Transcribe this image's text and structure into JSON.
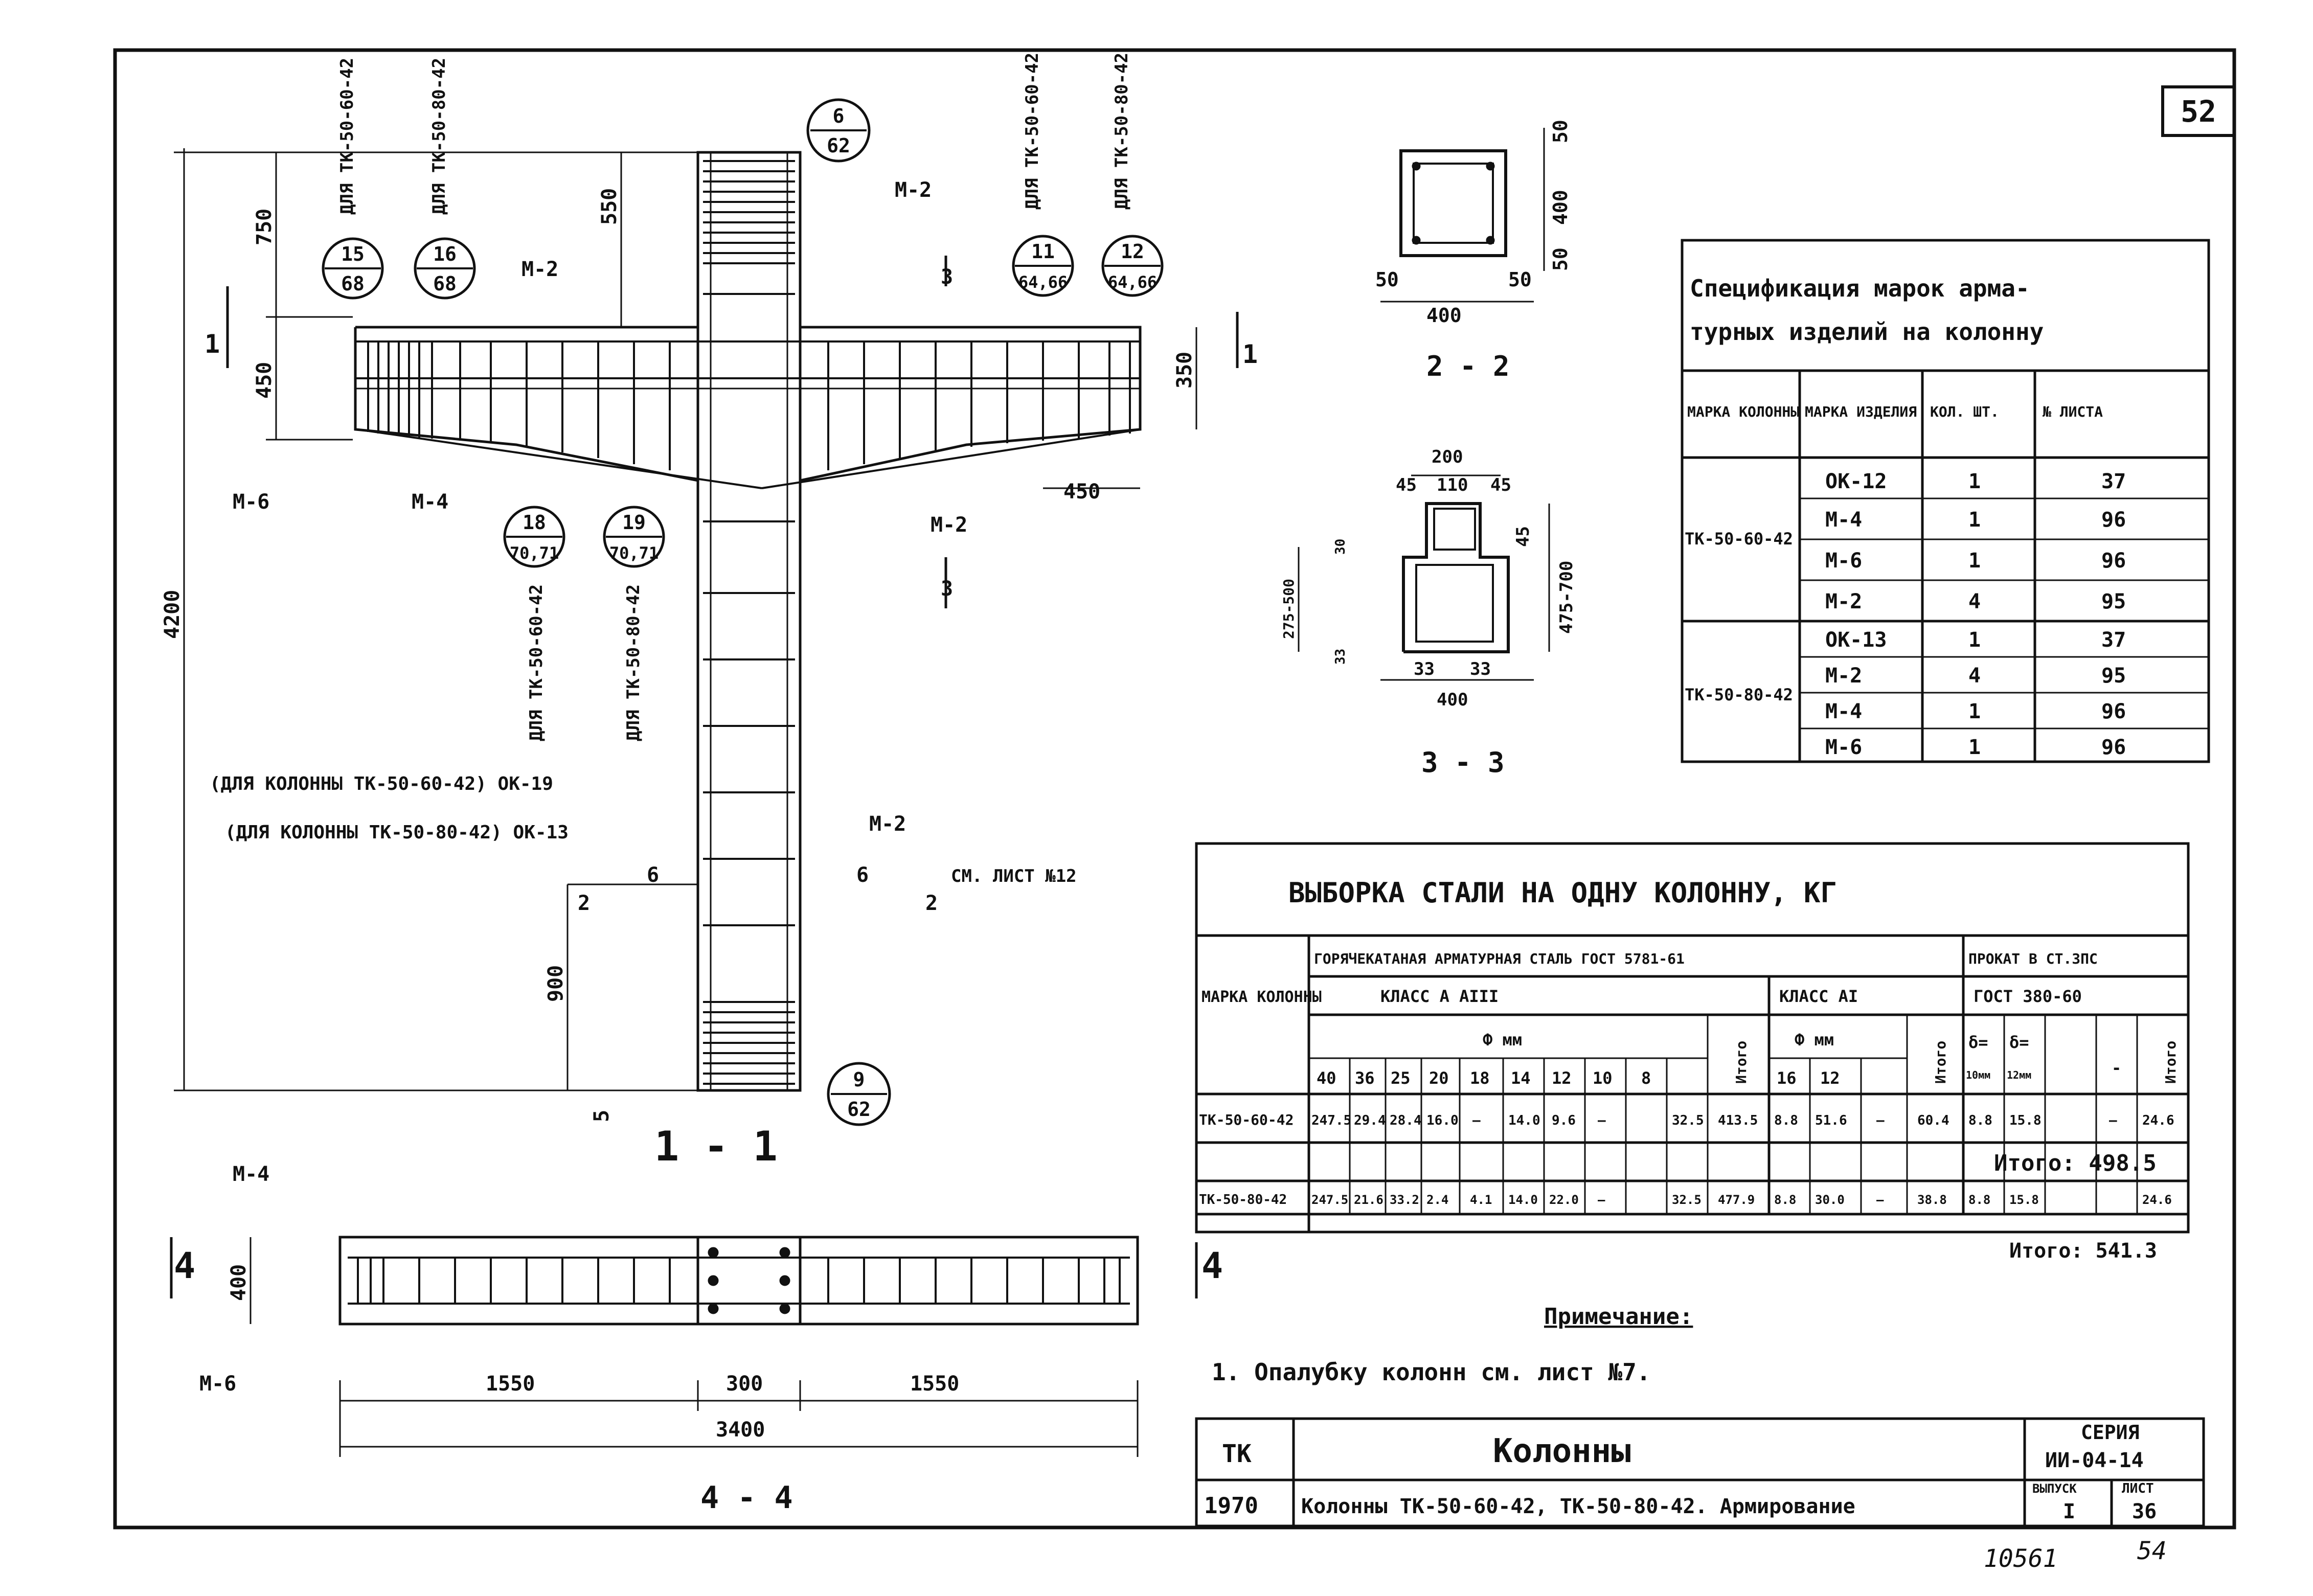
{
  "sheet_number": "52",
  "section_11": "1 - 1",
  "section_44": "4 - 4",
  "section_22": "2 - 2",
  "section_33": "3 - 3",
  "main_view": {
    "dims": [
      "750",
      "450",
      "550",
      "4200",
      "350",
      "450",
      "900",
      "5"
    ],
    "markers": [
      "1",
      "1",
      "3",
      "3",
      "6",
      "6",
      "2",
      "2"
    ],
    "labels": [
      "М-2",
      "М-2",
      "М-2",
      "М-6",
      "М-4",
      "М-2"
    ],
    "vertical_notes": [
      "ДЛЯ ТК-50-60-42",
      "ДЛЯ ТК-50-80-42",
      "ДЛЯ ТК-50-60-42",
      "ДЛЯ ТК-50-80-42",
      "ДЛЯ ТК-50-60-42",
      "ДЛЯ ТК-50-80-42"
    ],
    "note_for_column_1": "(ДЛЯ КОЛОННЫ ТК-50-60-42) ОК-19",
    "note_for_column_2": "(ДЛЯ КОЛОННЫ ТК-50-80-42) ОК-13",
    "see_sheet": "СМ. ЛИСТ №12",
    "callouts": [
      {
        "top": "6",
        "bottom": "62"
      },
      {
        "top": "15",
        "bottom": "68"
      },
      {
        "top": "16",
        "bottom": "68"
      },
      {
        "top": "11",
        "bottom": "64,66"
      },
      {
        "top": "12",
        "bottom": "64,66"
      },
      {
        "top": "18",
        "bottom": "70,71"
      },
      {
        "top": "19",
        "bottom": "70,71"
      },
      {
        "top": "9",
        "bottom": "62"
      }
    ]
  },
  "section22": {
    "dims": [
      "50",
      "400",
      "50",
      "50",
      "400",
      "50"
    ]
  },
  "section33": {
    "dims": [
      "200",
      "45",
      "110",
      "45",
      "45",
      "475-700",
      "275-500",
      "30",
      "33",
      "33",
      "33",
      "400"
    ]
  },
  "plan_view": {
    "dims": [
      "400",
      "1550",
      "300",
      "1550",
      "3400"
    ],
    "labels": [
      "М-4",
      "М-6"
    ],
    "markers": [
      "4",
      "4"
    ]
  },
  "spec": {
    "title_line1": "Спецификация марок арма-",
    "title_line2": "турных изделий на колонну",
    "headers": [
      "МАРКА КОЛОННЫ",
      "МАРКА ИЗДЕЛИЯ",
      "КОЛ. ШТ.",
      "№ ЛИСТА"
    ],
    "groups": [
      {
        "column": "ТК-50-60-42",
        "rows": [
          [
            "ОК-12",
            "1",
            "37"
          ],
          [
            "М-4",
            "1",
            "96"
          ],
          [
            "М-6",
            "1",
            "96"
          ],
          [
            "М-2",
            "4",
            "95"
          ]
        ]
      },
      {
        "column": "ТК-50-80-42",
        "rows": [
          [
            "ОК-13",
            "1",
            "37"
          ],
          [
            "М-2",
            "4",
            "95"
          ],
          [
            "М-4",
            "1",
            "96"
          ],
          [
            "М-6",
            "1",
            "96"
          ]
        ]
      }
    ]
  },
  "steel": {
    "title": "ВЫБОРКА СТАЛИ НА ОДНУ КОЛОННУ, КГ",
    "h_mark": "МАРКА КОЛОННЫ",
    "h_hot": "ГОРЯЧЕКАТАНАЯ АРМАТУРНАЯ СТАЛЬ  ГОСТ 5781-61",
    "h_prokat": "ПРОКАТ В СТ.3ПС",
    "h_class3": "КЛАСС А  АIII",
    "h_class1": "КЛАСС  АI",
    "h_gost": "ГОСТ  380-60",
    "h_phi": "Ф мм",
    "h_itogo": "Итого",
    "h_dash": "-",
    "diam3": [
      "40",
      "36",
      "25",
      "20",
      "18",
      "14",
      "12",
      "10",
      "8"
    ],
    "diam1": [
      "16",
      "12"
    ],
    "h_s1": "δ=",
    "h_s1b": "10мм",
    "h_s2": "δ=",
    "h_s2b": "12мм",
    "rows": [
      {
        "mark": "ТК-50-60-42",
        "cells": [
          "247.5",
          "29.4",
          "28.4",
          "16.0",
          "—",
          "14.0",
          "9.6",
          "—",
          "32.5",
          "413.5",
          "8.8",
          "51.6",
          "—",
          "60.4",
          "8.8",
          "15.8",
          "",
          "—",
          "24.6"
        ],
        "total": "Итого: 498.5"
      },
      {
        "mark": "ТК-50-80-42",
        "cells": [
          "247.5",
          "21.6",
          "33.2",
          "2.4",
          "4.1",
          "14.0",
          "22.0",
          "—",
          "32.5",
          "477.9",
          "8.8",
          "30.0",
          "—",
          "38.8",
          "8.8",
          "15.8",
          "",
          "",
          "24.6"
        ],
        "total": "Итого: 541.3"
      }
    ]
  },
  "notes": {
    "title": "Примечание:",
    "text": "1. Опалубку колонн см. лист  №7."
  },
  "stamp": {
    "tk": "ТК",
    "year": "1970",
    "title": "Колонны",
    "subtitle": "Колонны ТК-50-60-42, ТК-50-80-42. Армирование",
    "series_label": "СЕРИЯ",
    "series": "ИИ-04-14",
    "issue_label": "ВЫПУСК",
    "issue": "I",
    "sheet_label": "ЛИСТ",
    "sheet": "36"
  },
  "footer_num": "10561",
  "footer_page": "54"
}
